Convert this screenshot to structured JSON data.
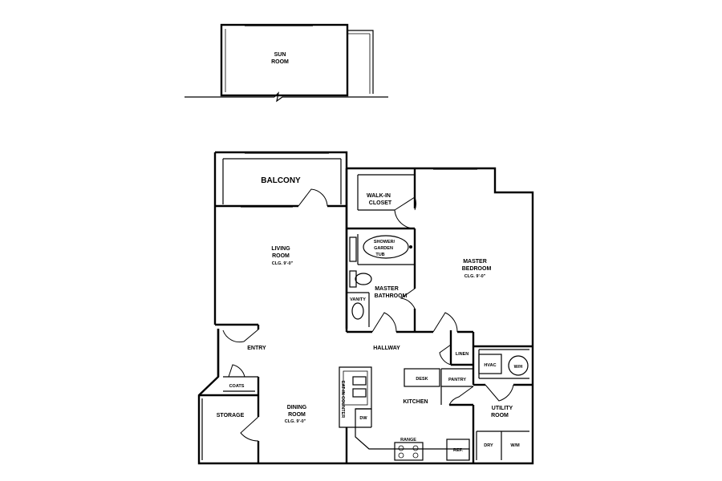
{
  "rooms": {
    "sun_room": [
      "SUN",
      "ROOM"
    ],
    "balcony": "BALCONY",
    "walk_in_closet": [
      "WALK-IN",
      "CLOSET"
    ],
    "living_room": [
      "LIVING",
      "ROOM",
      "CLG. 9'-0\""
    ],
    "shower": [
      "SHOWER/",
      "GARDEN",
      "TUB"
    ],
    "master_bedroom": [
      "MASTER",
      "BEDROOM",
      "CLG. 9'-0\""
    ],
    "master_bathroom": [
      "MASTER",
      "BATHROOM"
    ],
    "vanity": "VANITY",
    "entry": "ENTRY",
    "hallway": "HALLWAY",
    "linen": "LINEN",
    "hvac": "HVAC",
    "water_heater": "W/H",
    "coats": "COATS",
    "storage": "STORAGE",
    "dining_room": [
      "DINING",
      "ROOM",
      "CLG. 9'-0\""
    ],
    "desk": "DESK",
    "pantry": "PANTRY",
    "kitchen": "KITCHEN",
    "utility_room": [
      "UTILITY",
      "ROOM"
    ],
    "eat_in_counter": "EAT-IN COUNTER",
    "dishwasher": "DW",
    "range": "RANGE",
    "refrigerator": "REF.",
    "dryer": "DRY",
    "washer": "W/M"
  }
}
